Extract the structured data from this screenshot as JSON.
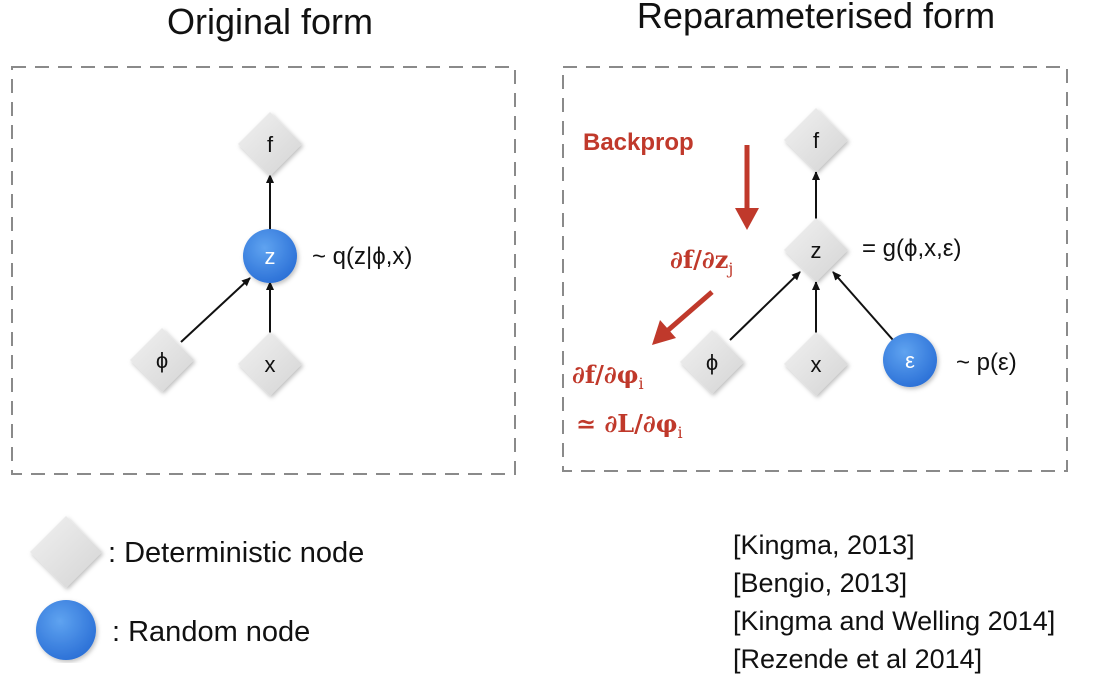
{
  "titles": {
    "left": "Original form",
    "right": "Reparameterised form"
  },
  "left_panel": {
    "nodes": {
      "f": "f",
      "z": "z",
      "phi": "ϕ",
      "x": "x"
    },
    "z_annotation": "~ q(z|ϕ,x)"
  },
  "right_panel": {
    "nodes": {
      "f": "f",
      "z": "z",
      "phi": "ϕ",
      "x": "x",
      "eps": "ε"
    },
    "z_annotation": "= g(ϕ,x,ε)",
    "eps_annotation": "~ p(ε)",
    "backprop_label": "Backprop",
    "grad_z": "∂f/∂z",
    "grad_z_sub": "j",
    "grad_phi": "∂f/∂φ",
    "grad_phi_sub": "i",
    "grad_L": "≃ ∂L/∂φ",
    "grad_L_sub": "i"
  },
  "legend": {
    "deterministic": ": Deterministic node",
    "random": ": Random node"
  },
  "references": [
    "[Kingma, 2013]",
    "[Bengio, 2013]",
    "[Kingma and Welling 2014]",
    "[Rezende et al 2014]"
  ],
  "colors": {
    "backprop": "#c0392b",
    "random_node": "#2f7de0",
    "deterministic_node": "#e6e6e6",
    "box_border": "#8a8a8a"
  }
}
